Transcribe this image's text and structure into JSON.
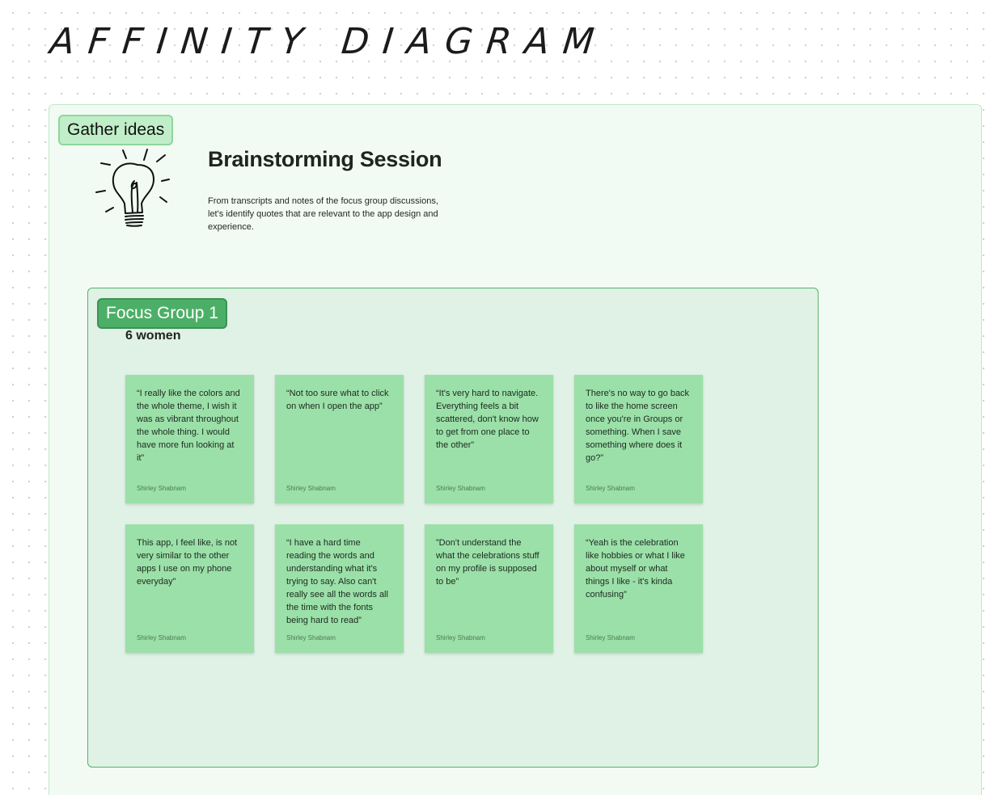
{
  "board": {
    "title": "AFFINITY DIAGRAM"
  },
  "section": {
    "label": "Gather ideas",
    "icon": "lightbulb-icon",
    "title": "Brainstorming Session",
    "description": "From transcripts and notes of the focus group discussions, let's identify quotes that are relevant to the app design and experience."
  },
  "group": {
    "label": "Focus Group 1",
    "subtitle": "6 women",
    "notes": [
      {
        "text": "“I really like the colors and the whole theme, I wish it was as vibrant throughout the whole thing. I would have more fun looking at it”",
        "author": "Shirley Shabnam"
      },
      {
        "text": "“Not too sure what to click on when I open the app”",
        "author": "Shirley Shabnam"
      },
      {
        "text": "“It's very hard to navigate. Everything feels a bit scattered, don't know how to get from one place to the other”",
        "author": "Shirley Shabnam"
      },
      {
        "text": "There's no way to go back to like the home screen once you're in Groups or something. When I save something where does it go?”",
        "author": "Shirley Shabnam"
      },
      {
        "text": "This app, I feel like, is not very similar to the other apps I use on my phone everyday”",
        "author": "Shirley Shabnam"
      },
      {
        "text": "“I have a hard time reading the words and understanding what it's trying to say. Also can't really see all the words all the time with the fonts being hard to read”",
        "author": "Shirley Shabnam"
      },
      {
        "text": "”Don't understand the what the celebrations stuff on my profile is supposed to be”",
        "author": "Shirley Shabnam"
      },
      {
        "text": "“Yeah is the celebration like hobbies or what I like about myself or what things I like - it's kinda confusing”",
        "author": "Shirley Shabnam"
      }
    ]
  },
  "colors": {
    "sticky_note": "#9be0a8",
    "group_label": "#4caf67",
    "section_label": "#c0eec8",
    "section_background": "#f2fbf3",
    "group_background": "#e0f1e6"
  }
}
